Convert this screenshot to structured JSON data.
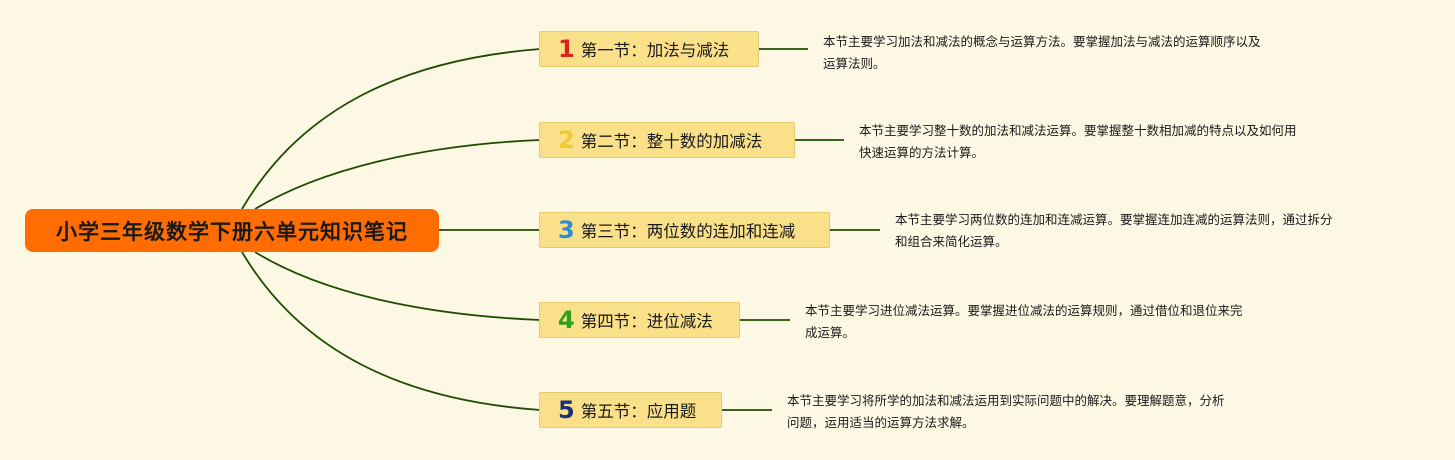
{
  "colors": {
    "background": "#fdf8e4",
    "root_fill": "#ff6d00",
    "branch_fill": "#fbe08a",
    "line": "#1e4d00",
    "num_colors": [
      "#d8261f",
      "#f2c92c",
      "#2a8fd8",
      "#2aa21a",
      "#1f2f7a"
    ]
  },
  "root": {
    "label": "小学三年级数学下册六单元知识笔记"
  },
  "branches": [
    {
      "num": "1",
      "label": "第一节：加法与减法",
      "note_line1": "本节主要学习加法和减法的概念与运算方法。要掌握加法与减法的运算顺序以及",
      "note_line2": "运算法则。"
    },
    {
      "num": "2",
      "label": "第二节：整十数的加减法",
      "note_line1": "本节主要学习整十数的加法和减法运算。要掌握整十数相加减的特点以及如何用",
      "note_line2": "快速运算的方法计算。"
    },
    {
      "num": "3",
      "label": "第三节：两位数的连加和连减",
      "note_line1": "本节主要学习两位数的连加和连减运算。要掌握连加连减的运算法则，通过拆分",
      "note_line2": "和组合来简化运算。"
    },
    {
      "num": "4",
      "label": "第四节：进位减法",
      "note_line1": "本节主要学习进位减法运算。要掌握进位减法的运算规则，通过借位和退位来完",
      "note_line2": "成运算。"
    },
    {
      "num": "5",
      "label": "第五节：应用题",
      "note_line1": "本节主要学习将所学的加法和减法运用到实际问题中的解决。要理解题意，分析",
      "note_line2": "问题，运用适当的运算方法求解。"
    }
  ]
}
